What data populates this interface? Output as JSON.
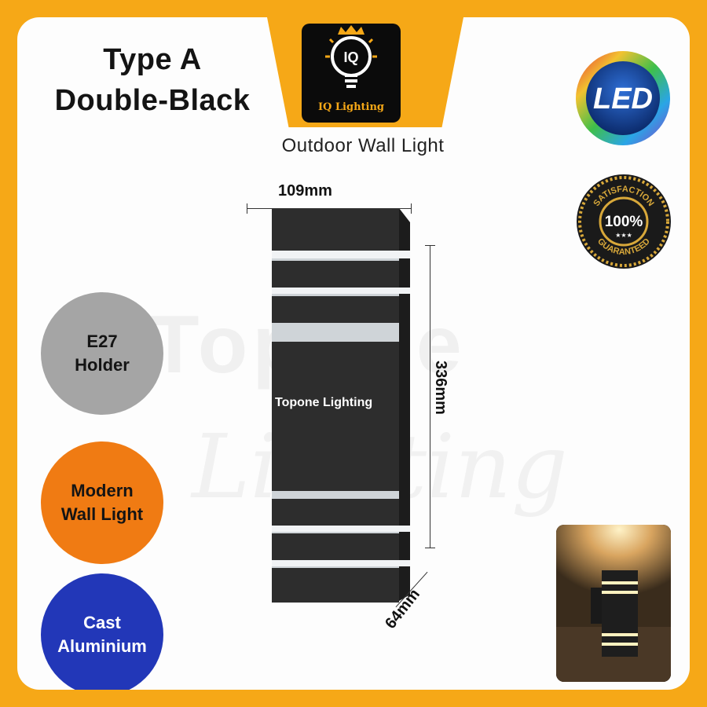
{
  "heading": {
    "line1": "Type A",
    "line2": "Double-Black"
  },
  "brand": {
    "name": "IQ Lighting",
    "monogram": "IQ",
    "icon": "crowned-light-bulb-icon"
  },
  "subtitle": "Outdoor Wall Light",
  "badges": {
    "led": {
      "text": "LED",
      "icon": "rainbow-ring-icon"
    },
    "guarantee": {
      "top": "SATISFACTION",
      "center": "100%",
      "stars": "★★★",
      "bottom": "GUARANTEED"
    }
  },
  "features": [
    {
      "line1": "E27",
      "line2": "Holder",
      "color": "#a5a5a5"
    },
    {
      "line1": "Modern",
      "line2": "Wall Light",
      "color": "#f07b13"
    },
    {
      "line1": "Cast",
      "line2": "Aluminium",
      "color": "#2237b8"
    }
  ],
  "dimensions": {
    "width": "109mm",
    "height": "336mm",
    "depth": "64mm"
  },
  "product_label": "Topone Lighting",
  "watermark": {
    "line1": "Topone",
    "line2": "Lighting"
  },
  "colors": {
    "frame": "#f6a817",
    "card": "#fdfdfd",
    "fixture": "#2a2a2a"
  }
}
